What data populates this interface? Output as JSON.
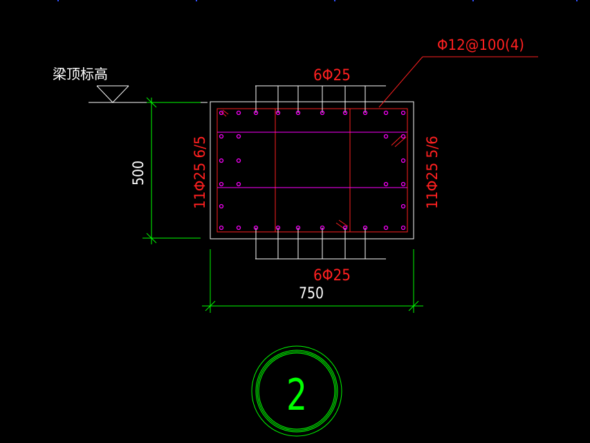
{
  "drawing": {
    "beam_top_label": "梁顶标高",
    "stirrup_label": "Φ12@100(4)",
    "top_bars_label": "6Φ25",
    "bottom_bars_label": "6Φ25",
    "left_side_label": "11Φ25 6/5",
    "right_side_label": "11Φ25 5/6",
    "height_dim": "500",
    "width_dim": "750",
    "detail_number": "2"
  },
  "colors": {
    "background": "#000000",
    "outline": "#ffffff",
    "rebar": "#ff00ff",
    "stirrup": "#ff2020",
    "dimension": "#00ff00",
    "text_red": "#ff2020"
  }
}
